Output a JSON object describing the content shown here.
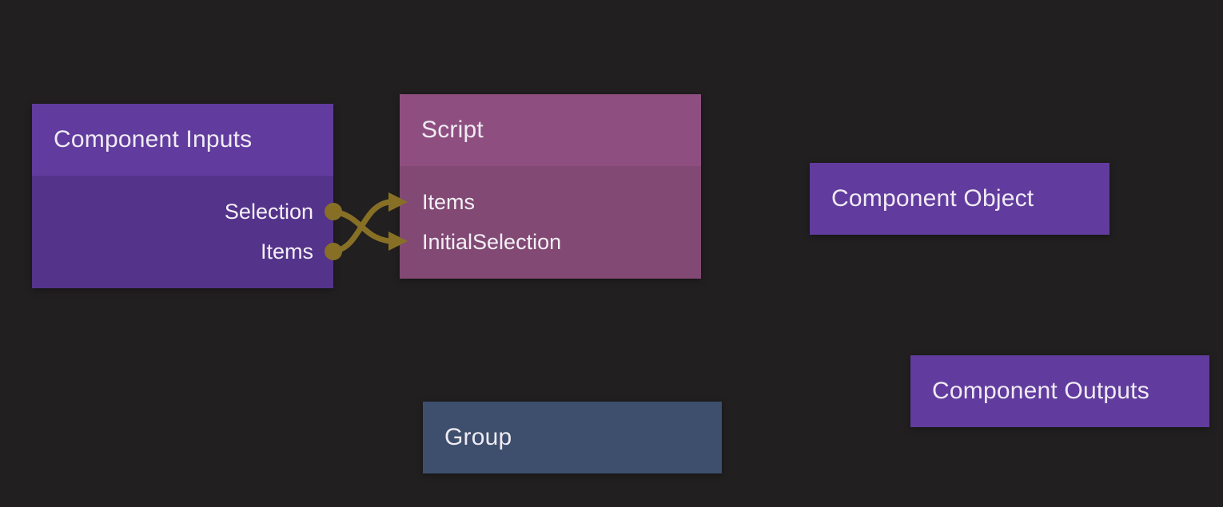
{
  "graph": {
    "background_color": "#211f1f",
    "wire_color": "#877026",
    "text_color": "#f0ebf4",
    "purple_header_color": "#613c9e",
    "purple_body_color": "#54338a",
    "mauve_header_color": "#8e4f80",
    "mauve_body_color": "#814973",
    "blue_header_color": "#3d4f6c"
  },
  "nodes": [
    {
      "title": "Component Inputs",
      "kind": "component-inputs",
      "ports": [
        {
          "name": "Selection",
          "side": "right"
        },
        {
          "name": "Items",
          "side": "right"
        }
      ]
    },
    {
      "title": "Script",
      "kind": "script",
      "ports": [
        {
          "name": "Items",
          "side": "left"
        },
        {
          "name": "InitialSelection",
          "side": "left"
        }
      ]
    },
    {
      "title": "Component Object",
      "kind": "component-object",
      "ports": []
    },
    {
      "title": "Component Outputs",
      "kind": "component-outputs",
      "ports": []
    },
    {
      "title": "Group",
      "kind": "group",
      "ports": []
    }
  ],
  "connections": [
    {
      "from": "Component Inputs.Selection",
      "to": "Script.InitialSelection"
    },
    {
      "from": "Component Inputs.Items",
      "to": "Script.Items"
    }
  ]
}
